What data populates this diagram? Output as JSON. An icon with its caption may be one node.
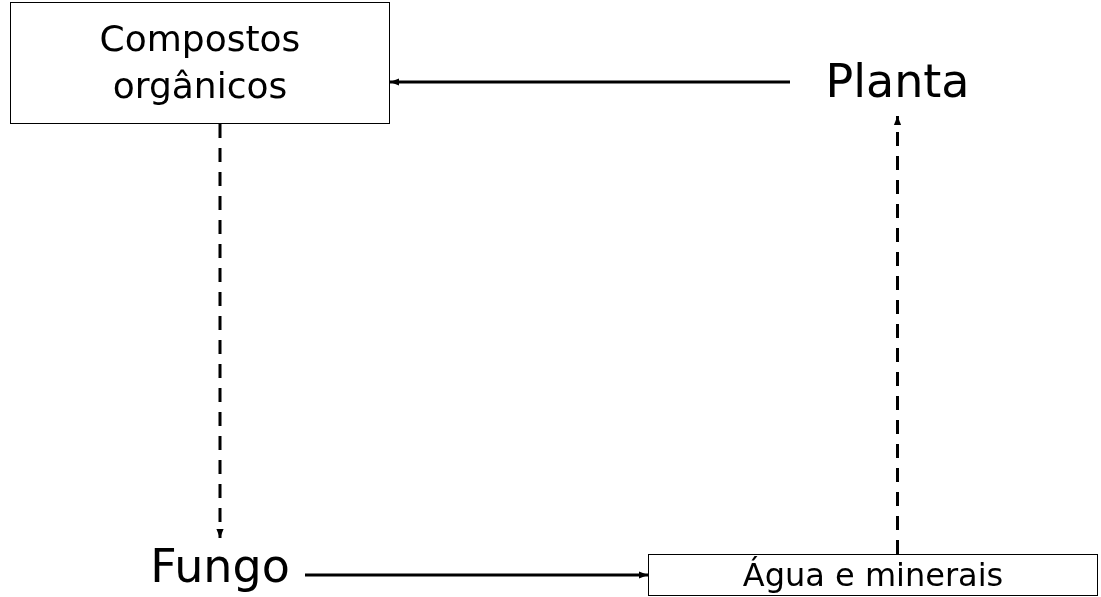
{
  "diagram": {
    "nodes": [
      {
        "text": [
          "Compostos orgânicos"
        ]
      },
      {
        "text": [
          "Planta"
        ]
      },
      {
        "text": [
          "Fungo"
        ]
      },
      {
        "text": [
          "Água e minerais"
        ]
      }
    ],
    "edges": [
      {
        "from": 1,
        "to": 0,
        "arrow": "to"
      },
      {
        "from": 0,
        "to": 2,
        "arrow": "to",
        "style": "dashed"
      },
      {
        "from": 2,
        "to": 3,
        "arrow": "to"
      },
      {
        "from": 3,
        "to": 1,
        "arrow": "to",
        "style": "dashed"
      }
    ]
  }
}
